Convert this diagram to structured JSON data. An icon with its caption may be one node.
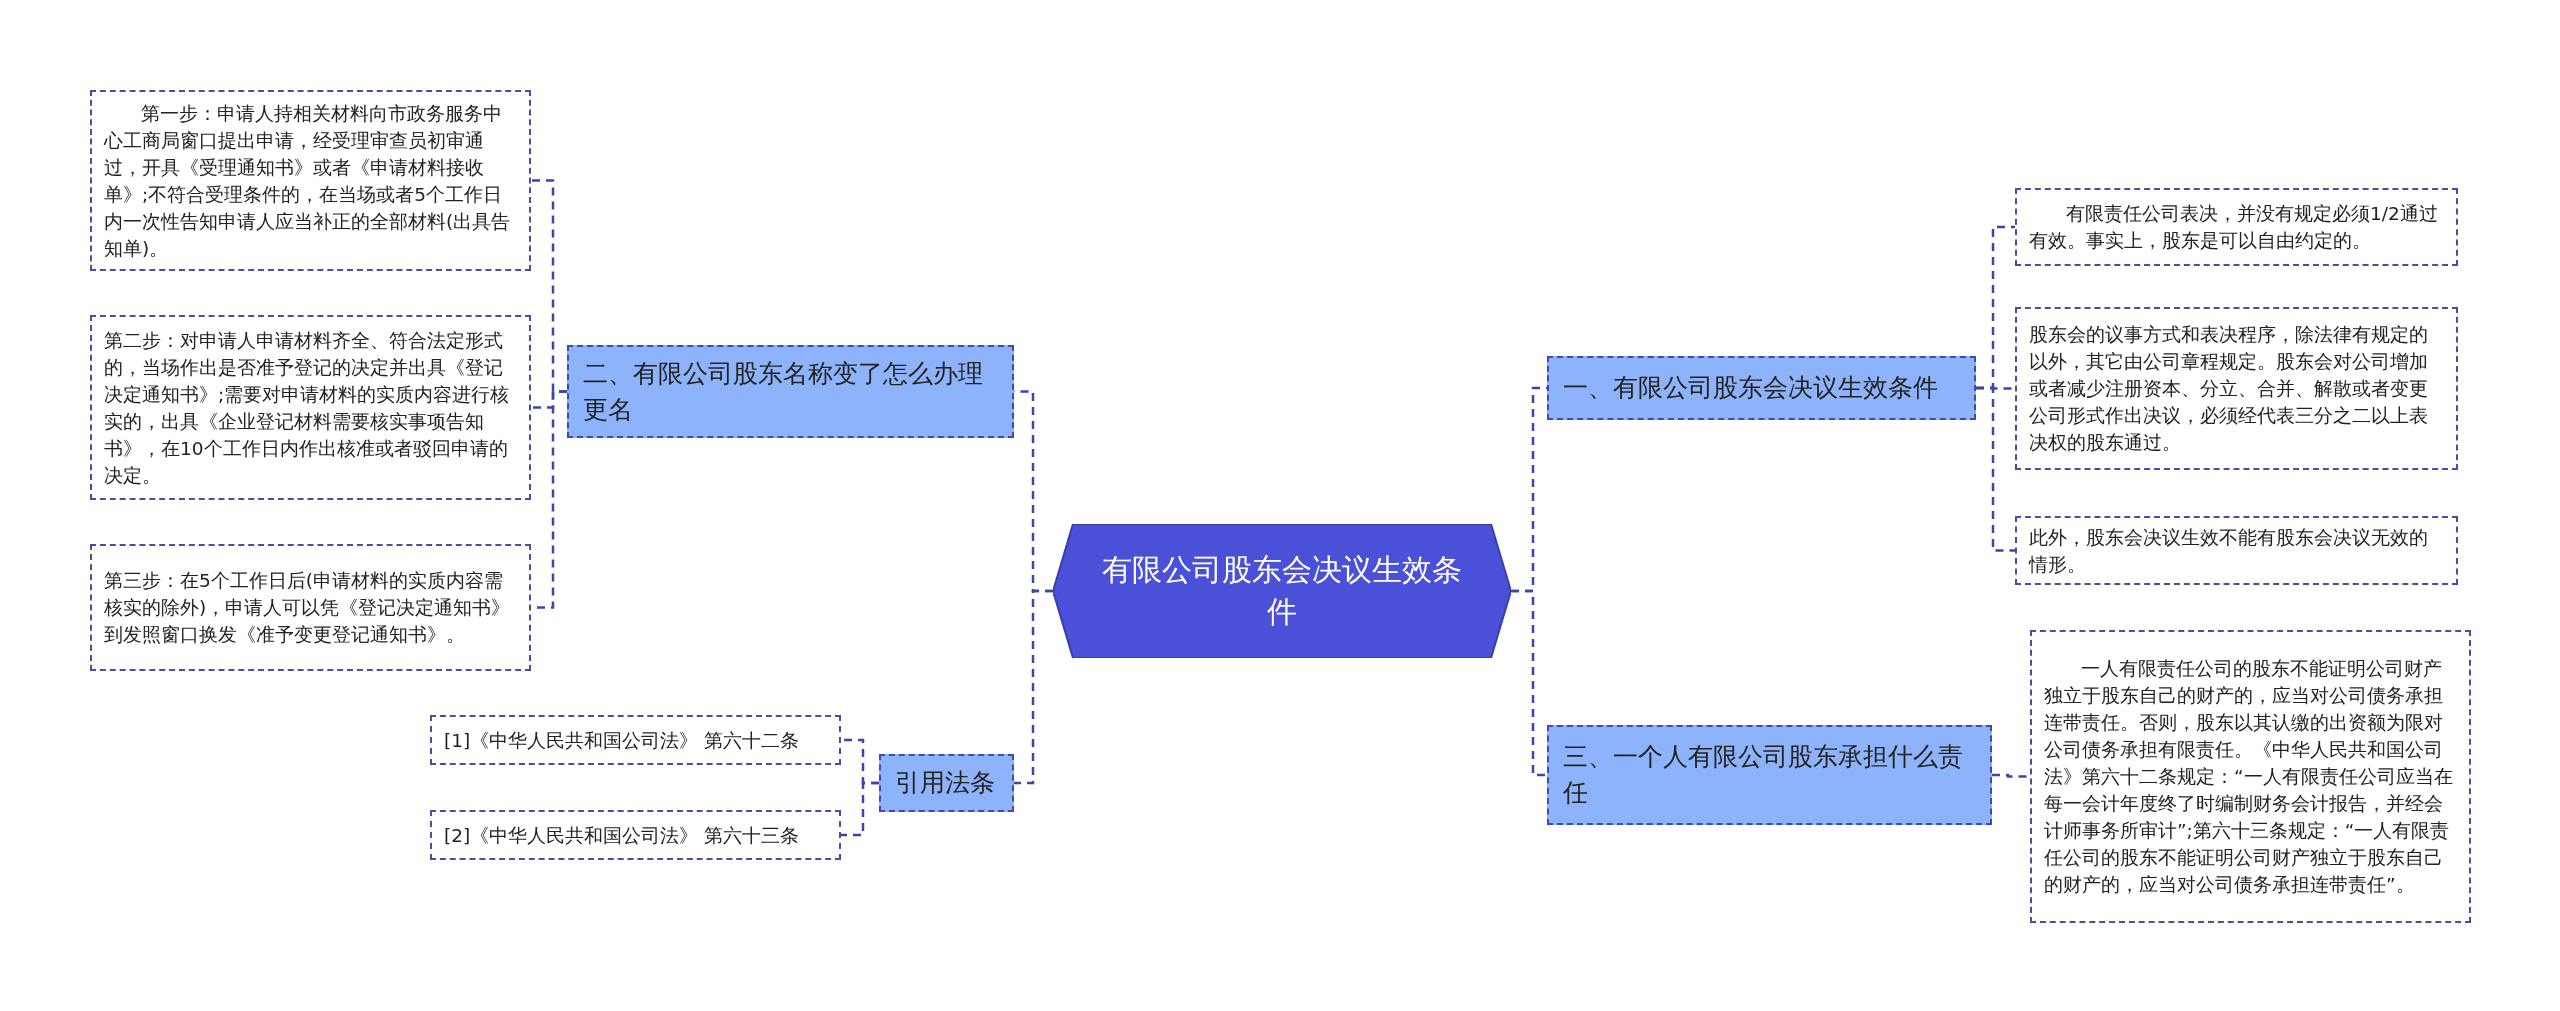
{
  "diagram": {
    "nodes": [
      {
        "text": [
          "有限公司股东会决议生效条件"
        ]
      },
      {
        "text": [
          "二、有限公司股东名称变了怎么办理更名"
        ]
      },
      {
        "text": [
          "第一步：申请人持相关材料向市政务服务中心工商局窗口提出申请，经受理审查员初审通过，开具《受理通知书》或者《申请材料接收单》;不符合受理条件的，在当场或者5个工作日内一次性告知申请人应当补正的全部材料(出具告知单)。"
        ]
      },
      {
        "text": [
          "第二步：对申请人申请材料齐全、符合法定形式的，当场作出是否准予登记的决定并出具《登记决定通知书》;需要对申请材料的实质内容进行核实的，出具《企业登记材料需要核实事项告知书》，在10个工作日内作出核准或者驳回申请的决定。"
        ]
      },
      {
        "text": [
          "第三步：在5个工作日后(申请材料的实质内容需核实的除外)，申请人可以凭《登记决定通知书》到发照窗口换发《准予变更登记通知书》。"
        ]
      },
      {
        "text": [
          "引用法条"
        ]
      },
      {
        "text": [
          "[1]《中华人民共和国公司法》 第六十二条"
        ]
      },
      {
        "text": [
          "[2]《中华人民共和国公司法》 第六十三条"
        ]
      },
      {
        "text": [
          "一、有限公司股东会决议生效条件"
        ]
      },
      {
        "text": [
          "有限责任公司表决，并没有规定必须1/2通过有效。事实上，股东是可以自由约定的。"
        ]
      },
      {
        "text": [
          "股东会的议事方式和表决程序，除法律有规定的以外，其它由公司章程规定。股东会对公司增加或者减少注册资本、分立、合并、解散或者变更公司形式作出决议，必须经代表三分之二以上表决权的股东通过。"
        ]
      },
      {
        "text": [
          "此外，股东会决议生效不能有股东会决议无效的情形。"
        ]
      },
      {
        "text": [
          "三、一个人有限公司股东承担什么责任"
        ]
      },
      {
        "text": [
          "一人有限责任公司的股东不能证明公司财产独立于股东自己的财产的，应当对公司债务承担连带责任。否则，股东以其认缴的出资额为限对公司债务承担有限责任。《中华人民共和国公司法》第六十二条规定：“一人有限责任公司应当在每一会计年度终了时编制财务会计报告，并经会计师事务所审计”;第六十三条规定：“一人有限责任公司的股东不能证明公司财产独立于股东自己的财产的，应当对公司债务承担连带责任”。"
        ]
      }
    ],
    "edges": [
      {
        "from": 0,
        "to": 1,
        "arrow": "none",
        "style": "dashed"
      },
      {
        "from": 0,
        "to": 5,
        "arrow": "none",
        "style": "dashed"
      },
      {
        "from": 1,
        "to": 2,
        "arrow": "none",
        "style": "dashed"
      },
      {
        "from": 1,
        "to": 3,
        "arrow": "none",
        "style": "dashed"
      },
      {
        "from": 1,
        "to": 4,
        "arrow": "none",
        "style": "dashed"
      },
      {
        "from": 5,
        "to": 6,
        "arrow": "none",
        "style": "dashed"
      },
      {
        "from": 5,
        "to": 7,
        "arrow": "none",
        "style": "dashed"
      },
      {
        "from": 0,
        "to": 8,
        "arrow": "none",
        "style": "dashed"
      },
      {
        "from": 0,
        "to": 12,
        "arrow": "none",
        "style": "dashed"
      },
      {
        "from": 8,
        "to": 9,
        "arrow": "none",
        "style": "dashed"
      },
      {
        "from": 8,
        "to": 10,
        "arrow": "none",
        "style": "dashed"
      },
      {
        "from": 8,
        "to": 11,
        "arrow": "none",
        "style": "dashed"
      },
      {
        "from": 12,
        "to": 13,
        "arrow": "none",
        "style": "dashed"
      }
    ]
  }
}
